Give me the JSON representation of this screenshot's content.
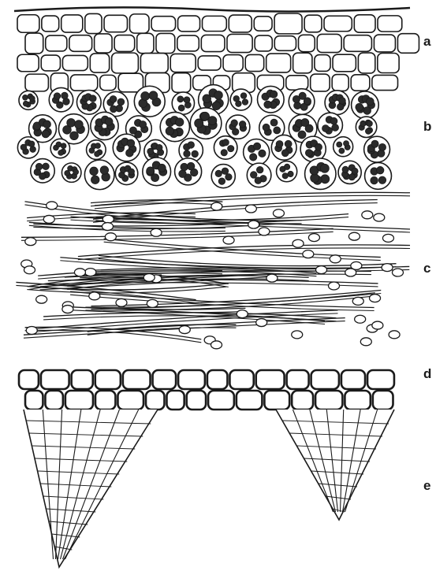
{
  "figure": {
    "labels": {
      "a": "a",
      "b": "b",
      "c": "c",
      "d": "d",
      "e": "e"
    },
    "colors": {
      "ink": "#1a1a1a",
      "dark_fill": "#2b2b2b",
      "paper": "#ffffff"
    }
  }
}
